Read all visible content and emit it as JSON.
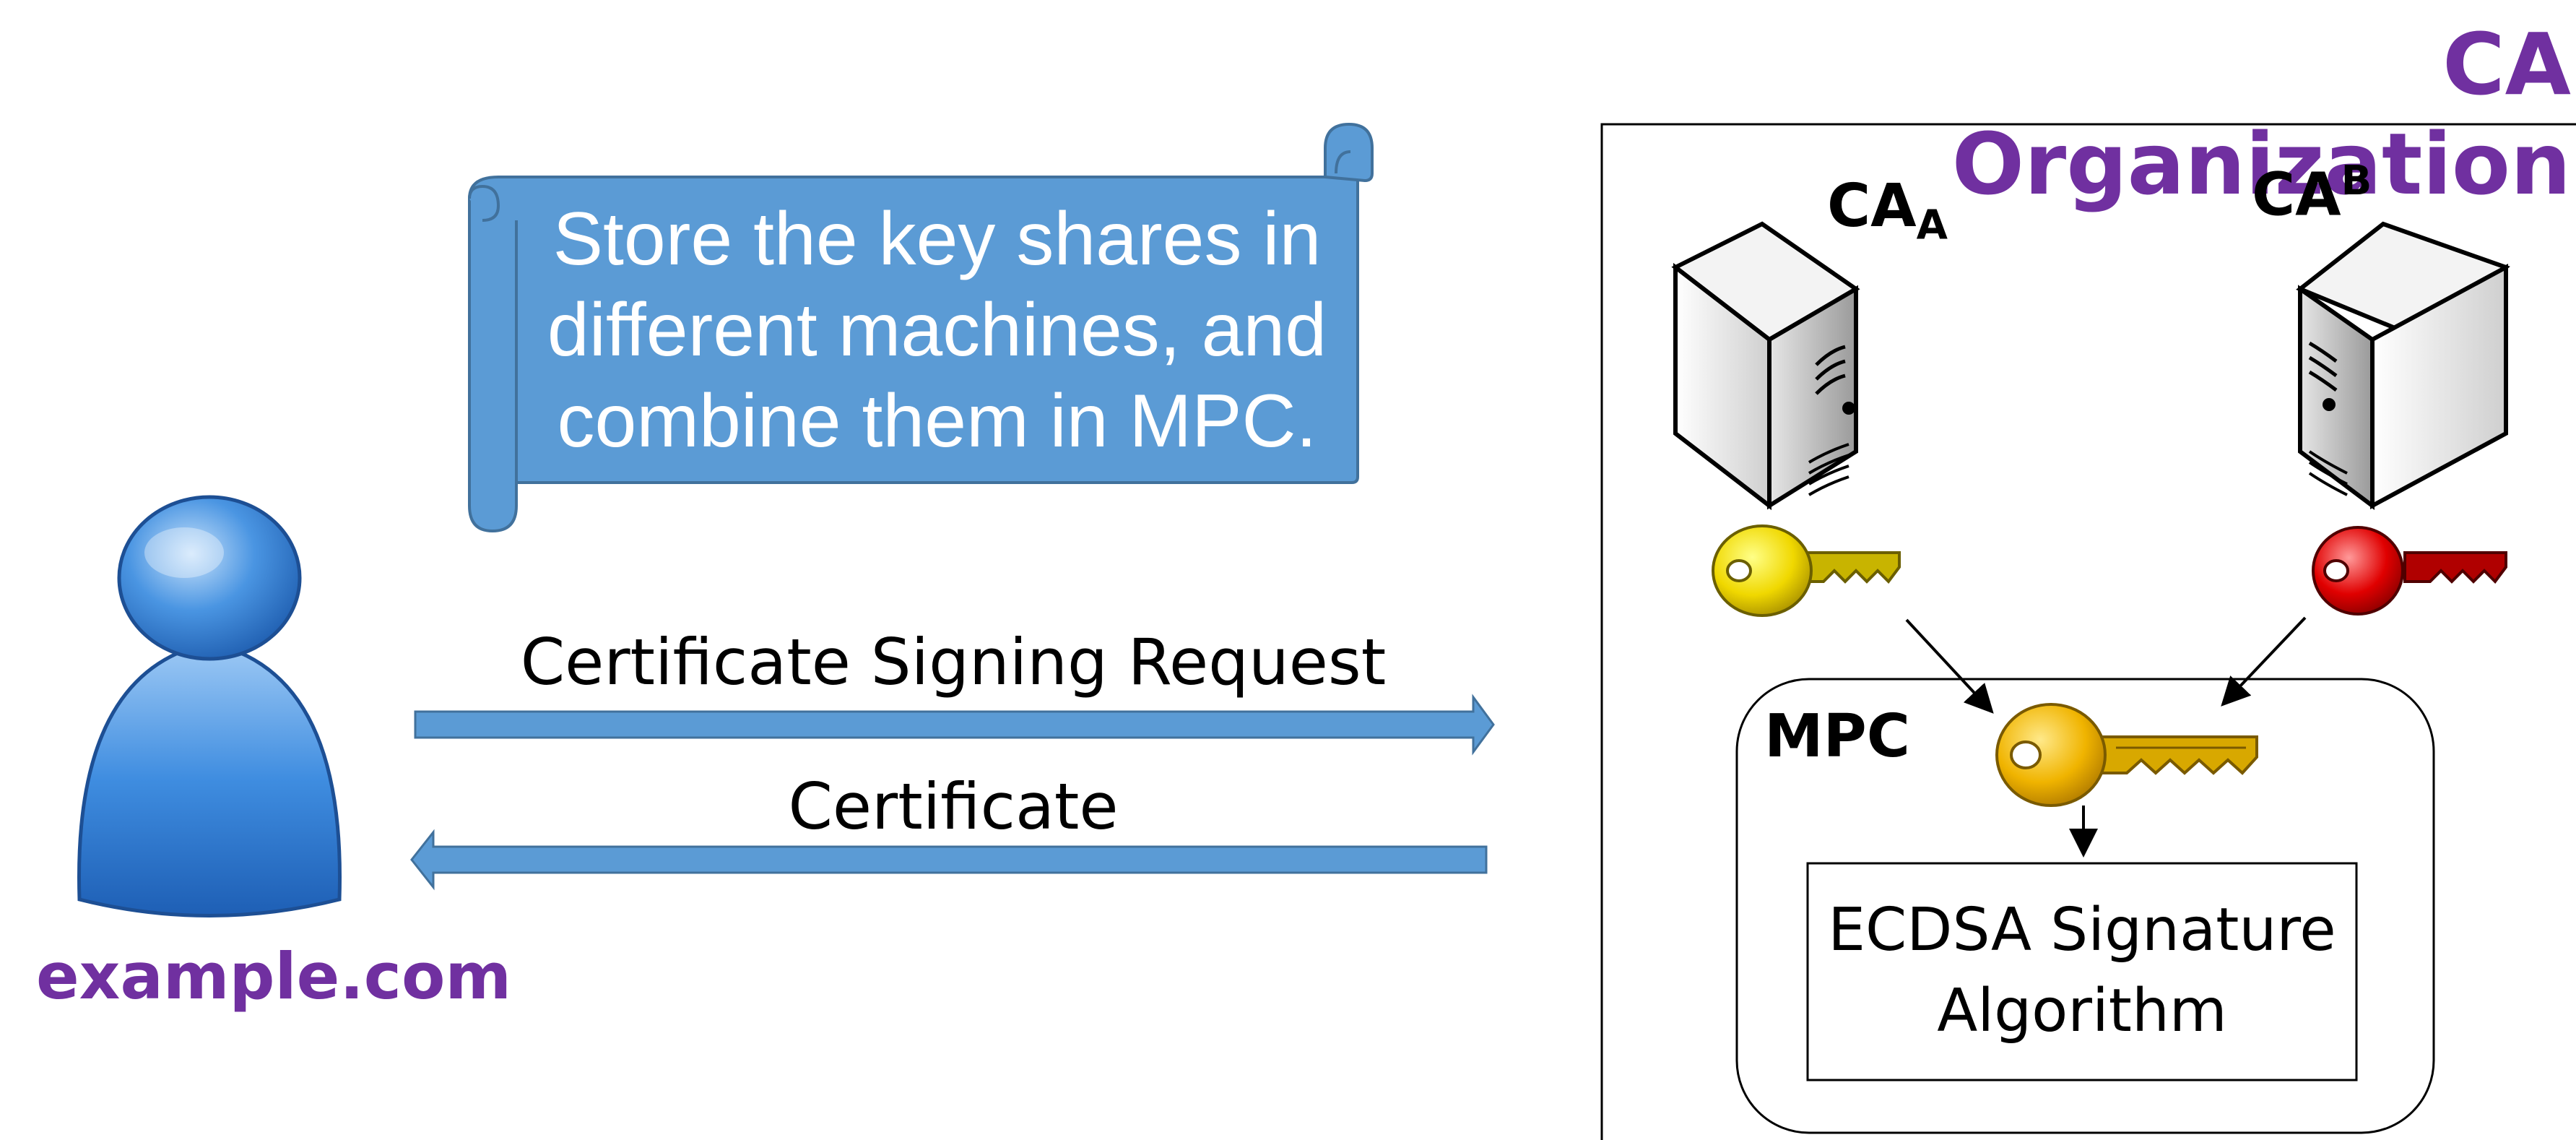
{
  "organization": {
    "title": "CA Organization"
  },
  "client": {
    "domain": "example.com"
  },
  "scroll": {
    "lines": [
      "Store the key shares in",
      "different machines, and",
      "combine them in MPC."
    ]
  },
  "arrows": {
    "request_label": "Certificate Signing Request",
    "response_label": "Certificate"
  },
  "servers": {
    "a": {
      "name": "CA",
      "sub": "A"
    },
    "b": {
      "name": "CA",
      "sup": "B"
    }
  },
  "mpc": {
    "label": "MPC"
  },
  "algorithm": {
    "lines": [
      "ECDSA Signature",
      "Algorithm"
    ]
  },
  "colors": {
    "purple": "#7030a0",
    "arrow_blue": "#5b9bd5",
    "key_yellow": "#f5c400",
    "key_red": "#e00000"
  }
}
